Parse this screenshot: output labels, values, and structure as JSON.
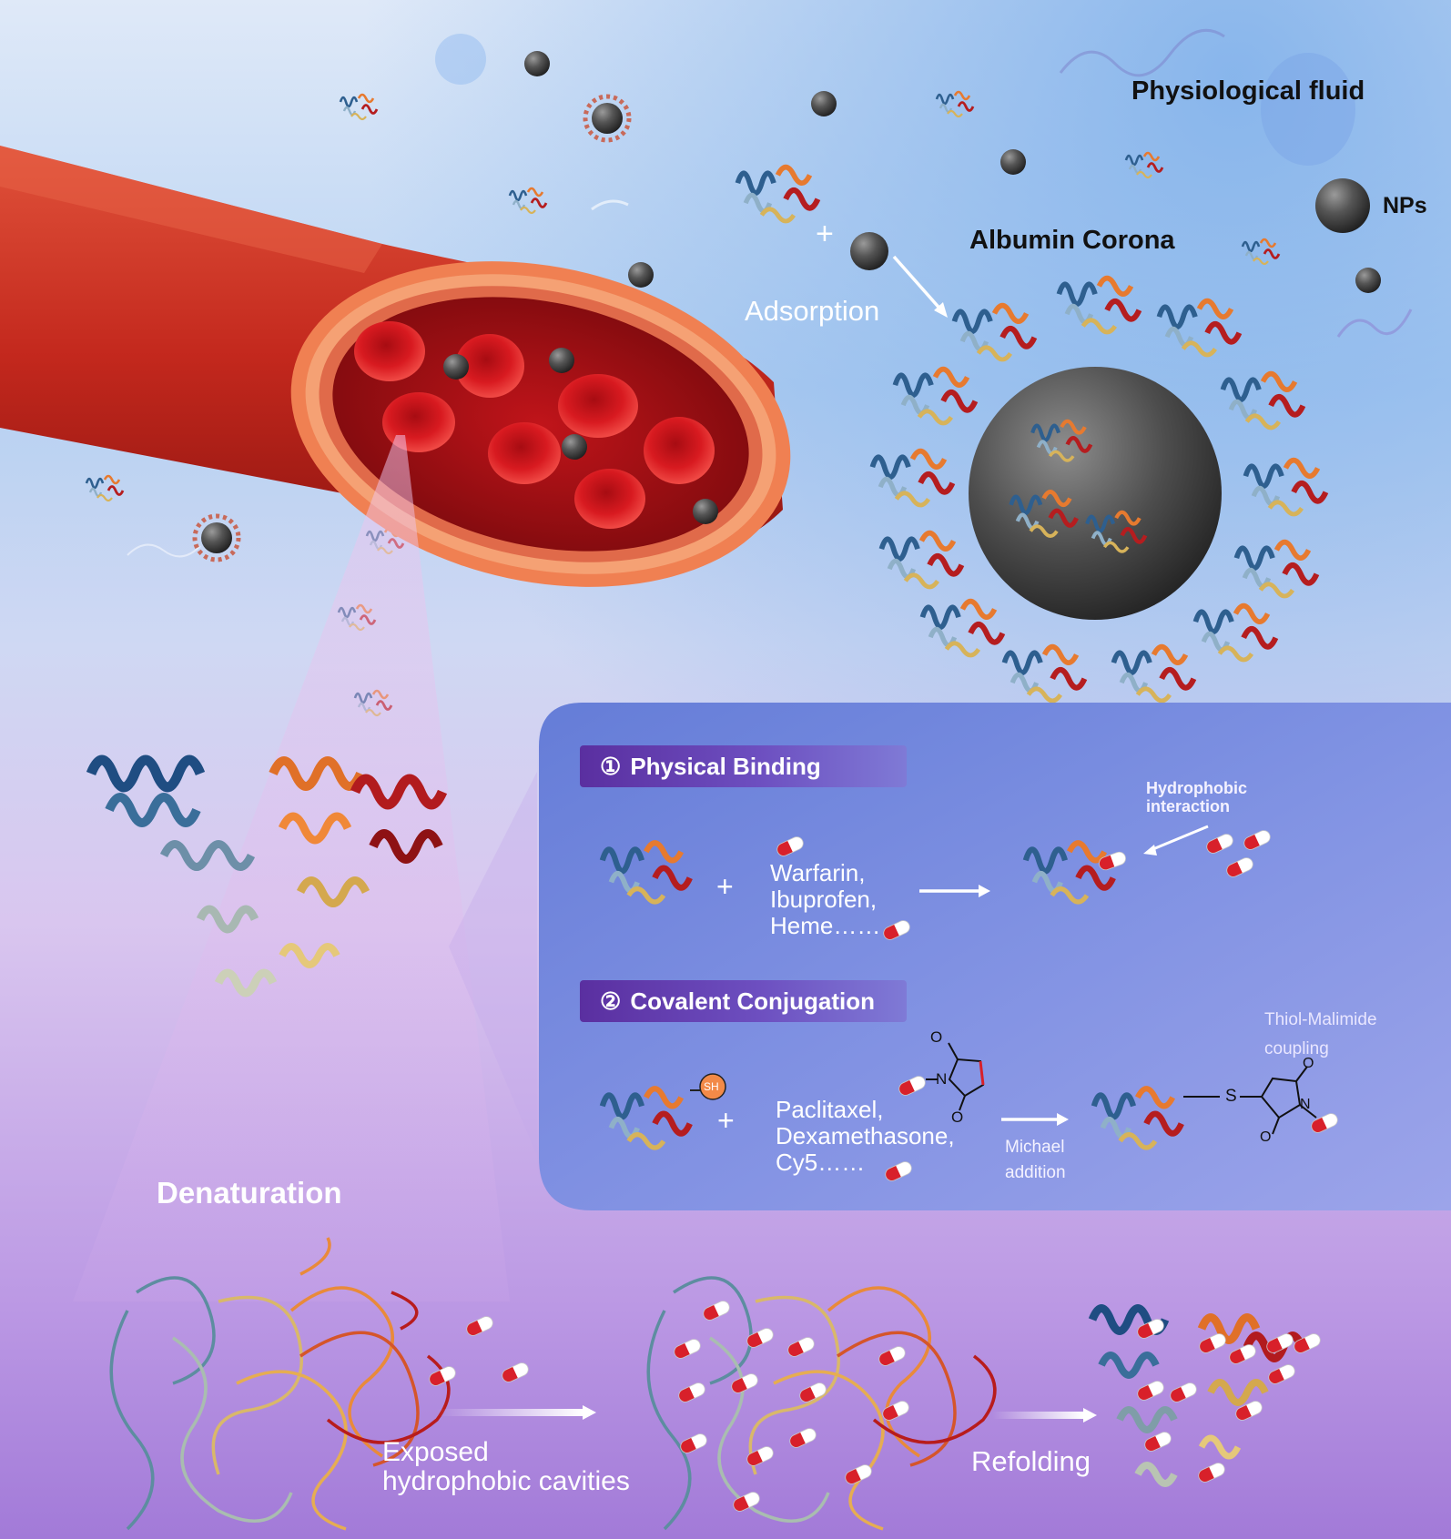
{
  "labels": {
    "physiological_fluid": "Physiological fluid",
    "nps": "NPs",
    "albumin_corona": "Albumin Corona",
    "adsorption": "Adsorption",
    "plus": "+",
    "denaturation": "Denaturation",
    "exposed_cavities": "Exposed\nhydrophobic cavities",
    "refolding": "Refolding"
  },
  "panel": {
    "physical": {
      "number": "①",
      "title": "Physical Binding",
      "drugs": "Warfarin,\nIbuprofen,\nHeme……",
      "interaction": "Hydrophobic\ninteraction"
    },
    "covalent": {
      "number": "②",
      "title": "Covalent Conjugation",
      "drugs": "Paclitaxel,\nDexamethasone,\nCy5……",
      "reaction": "Michael\naddition",
      "coupling": "Thiol-Malimide\ncoupling",
      "thiol": "SH",
      "atoms": {
        "o": "O",
        "n": "N",
        "s": "S"
      }
    }
  },
  "colors": {
    "background_top": "#9cc4ef",
    "background_bottom": "#a77fd9",
    "vessel_outer": "#c9301f",
    "vessel_rim": "#f07a4e",
    "red_blood_cell": "#d3121a",
    "nanoparticle": "#4a4a4a",
    "panel": "#6f86dd",
    "header_bar": "#5a2fa0",
    "albumin_blue": "#2e5f8f",
    "albumin_orange": "#e77a2f",
    "albumin_red": "#b51d1f",
    "albumin_yellow": "#d7b35a",
    "capsule_red": "#d8202a"
  }
}
